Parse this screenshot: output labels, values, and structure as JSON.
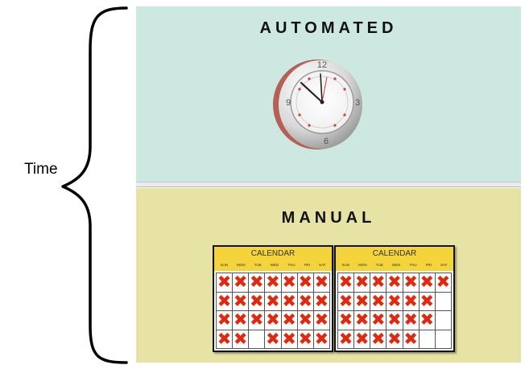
{
  "label": {
    "time": "Time"
  },
  "automated": {
    "heading": "AUTOMATED"
  },
  "manual": {
    "heading": "MANUAL"
  },
  "clock": {
    "numerals": [
      "12",
      "3",
      "6",
      "9"
    ],
    "icon": "clock-icon"
  },
  "calendars": [
    {
      "title": "CALENDAR",
      "days": [
        "SUN",
        "MON",
        "TUE",
        "WED",
        "THU",
        "FRI",
        "SAT"
      ],
      "marks": [
        [
          1,
          1,
          1,
          1,
          1,
          1,
          1
        ],
        [
          1,
          1,
          1,
          1,
          1,
          1,
          1
        ],
        [
          1,
          1,
          1,
          1,
          1,
          1,
          1
        ],
        [
          1,
          1,
          0,
          1,
          1,
          1,
          1
        ]
      ]
    },
    {
      "title": "CALENDAR",
      "days": [
        "SUN",
        "MON",
        "TUE",
        "WED",
        "THU",
        "FRI",
        "SAT"
      ],
      "marks": [
        [
          1,
          1,
          1,
          1,
          1,
          1,
          1
        ],
        [
          1,
          1,
          1,
          1,
          1,
          1,
          0
        ],
        [
          1,
          1,
          1,
          1,
          1,
          1,
          0
        ],
        [
          1,
          1,
          1,
          1,
          1,
          0,
          0
        ]
      ]
    }
  ],
  "colors": {
    "automated_bg": "#cce8e0",
    "manual_bg": "#e6e3a4",
    "x_mark": "#e0290f",
    "calendar_header": "#f5d33a"
  }
}
